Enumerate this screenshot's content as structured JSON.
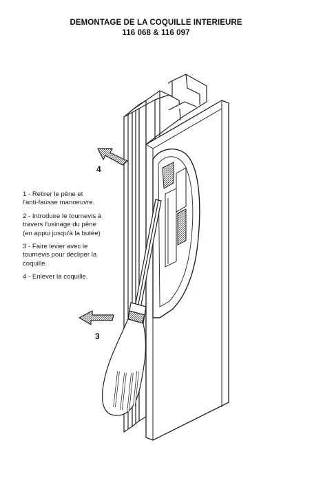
{
  "title": {
    "line1": "DEMONTAGE DE LA COQUILLE INTERIEURE",
    "line2": "116 068 & 116 097"
  },
  "steps": [
    "1 - Retirer le pêne et\nl'anti-fausse manoeuvre.",
    "2 - Introduire le tournevis à\ntravers l'usinage du pêne\n(en appui jusqu'à la butée)",
    "3 - Faire levier avec le\ntournevis pour décliper la\ncoquille.",
    "4 - Enlever la coquille."
  ],
  "callouts": {
    "arrow_4": "4",
    "arrow_3": "3"
  }
}
